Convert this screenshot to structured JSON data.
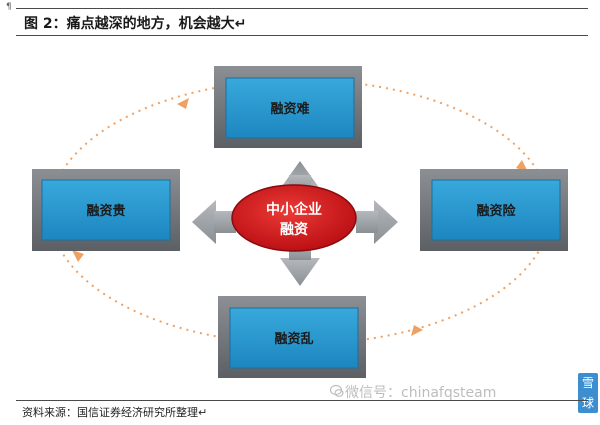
{
  "header": {
    "title": "图 2：痛点越深的地方，机会越大↵",
    "corner_mark": "¶"
  },
  "diagram": {
    "top": "融资难",
    "left": "融资贵",
    "right": "融资险",
    "bottom": "融资乱",
    "center_line1": "中小企业",
    "center_line2": "融资"
  },
  "footer": {
    "source": "资料来源：国信证券经济研究所整理↵"
  },
  "watermark": {
    "text": "微信号：chinafqsteam",
    "badge_text": "雪球"
  },
  "colors": {
    "box_fill": "#2a9bd2",
    "box_frame": "#6f7278",
    "arrow_fill": "#9ea3a8",
    "center_fill": "#d61a1f",
    "dotted": "#f0a060"
  }
}
